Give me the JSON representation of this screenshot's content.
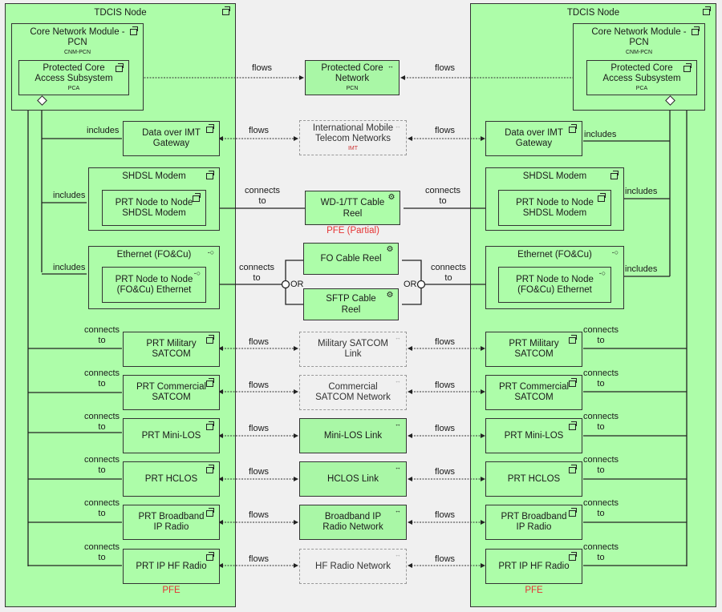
{
  "left_node": {
    "title": "TDCIS Node",
    "core_module": {
      "title": "Core Network Module -",
      "title2": "PCN",
      "abbr": "CNM-PCN"
    },
    "pca": {
      "title": "Protected Core",
      "title2": "Access Subsystem",
      "abbr": "PCA"
    },
    "data_over_imt": {
      "line1": "Data over IMT",
      "line2": "Gateway"
    },
    "shdsl": {
      "title": "SHDSL Modem",
      "inner1": "PRT Node to Node",
      "inner2": "SHDSL Modem"
    },
    "ethernet": {
      "title": "Ethernet (FO&Cu)",
      "inner1": "PRT Node to Node",
      "inner2": "(FO&Cu) Ethernet"
    },
    "terminals": [
      {
        "line1": "PRT Military",
        "line2": "SATCOM"
      },
      {
        "line1": "PRT Commercial",
        "line2": "SATCOM"
      },
      {
        "line1": "PRT Mini-LOS",
        "line2": ""
      },
      {
        "line1": "PRT HCLOS",
        "line2": ""
      },
      {
        "line1": "PRT Broadband",
        "line2": "IP Radio"
      },
      {
        "line1": "PRT IP HF Radio",
        "line2": ""
      }
    ],
    "pfe_label": "PFE"
  },
  "right_node": {
    "title": "TDCIS Node",
    "core_module": {
      "title": "Core Network Module -",
      "title2": "PCN",
      "abbr": "CNM-PCN"
    },
    "pca": {
      "title": "Protected Core",
      "title2": "Access Subsystem",
      "abbr": "PCA"
    },
    "data_over_imt": {
      "line1": "Data over IMT",
      "line2": "Gateway"
    },
    "shdsl": {
      "title": "SHDSL Modem",
      "inner1": "PRT Node to Node",
      "inner2": "SHDSL Modem"
    },
    "ethernet": {
      "title": "Ethernet (FO&Cu)",
      "inner1": "PRT Node to Node",
      "inner2": "(FO&Cu) Ethernet"
    },
    "terminals": [
      {
        "line1": "PRT Military",
        "line2": "SATCOM"
      },
      {
        "line1": "PRT Commercial",
        "line2": "SATCOM"
      },
      {
        "line1": "PRT Mini-LOS",
        "line2": ""
      },
      {
        "line1": "PRT HCLOS",
        "line2": ""
      },
      {
        "line1": "PRT Broadband",
        "line2": "IP Radio"
      },
      {
        "line1": "PRT IP HF Radio",
        "line2": ""
      }
    ],
    "pfe_label": "PFE"
  },
  "networks": {
    "pcn": {
      "line1": "Protected Core",
      "line2": "Network",
      "abbr": "PCN"
    },
    "imt": {
      "line1": "International Mobile",
      "line2": "Telecom Networks",
      "abbr": "IMT"
    },
    "military_satcom": {
      "line1": "Military SATCOM",
      "line2": "Link"
    },
    "commercial_satcom": {
      "line1": "Commercial",
      "line2": "SATCOM Network"
    },
    "mini_los": {
      "line1": "Mini-LOS Link"
    },
    "hclos": {
      "line1": "HCLOS Link"
    },
    "broadband": {
      "line1": "Broadband IP",
      "line2": "Radio Network"
    },
    "hf_radio": {
      "line1": "HF Radio Network"
    }
  },
  "cables": {
    "wd1": {
      "line1": "WD-1/TT Cable",
      "line2": "Reel",
      "note": "PFE (Partial)"
    },
    "fo": {
      "line1": "FO Cable Reel"
    },
    "sftp": {
      "line1": "SFTP Cable",
      "line2": "Reel"
    }
  },
  "relations": {
    "flows": "flows",
    "includes": "includes",
    "connects1": "connects",
    "connects2": "to",
    "or": "OR"
  },
  "colors": {
    "element_fill": "#adfda9",
    "background": "#f0f0f0",
    "pfe_text": "#e53333"
  }
}
